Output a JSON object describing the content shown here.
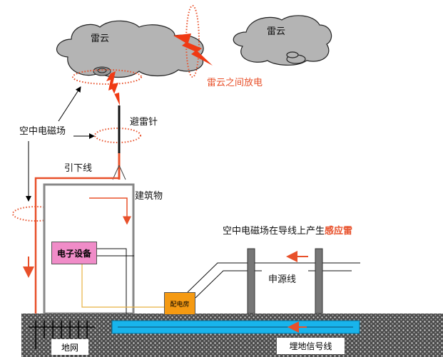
{
  "labels": {
    "cloud_left": "雷云",
    "cloud_right": "雷云",
    "intercloud_discharge": "雷云之间放电",
    "lightning_rod": "避雷针",
    "em_field": "空中电磁场",
    "down_conductor": "引下线",
    "building": "建筑物",
    "electronic_equipment": "电子设备",
    "distribution_room": "配电房",
    "power_line": "申源线",
    "induced_caption_prefix": "空中电磁场在导线上产生",
    "induced_caption_highlight": "感应雷",
    "ground_grid": "地网",
    "buried_signal_line": "埋地信号线"
  },
  "colors": {
    "lightning": "#f03a14",
    "current_arrow": "#e8502a",
    "cloud": "#b4b4b4",
    "equipment_box": "#f08cc8",
    "distribution_box": "#f59a12",
    "signal_pipe": "#18b4ec",
    "ground": "#5a5a5a"
  }
}
